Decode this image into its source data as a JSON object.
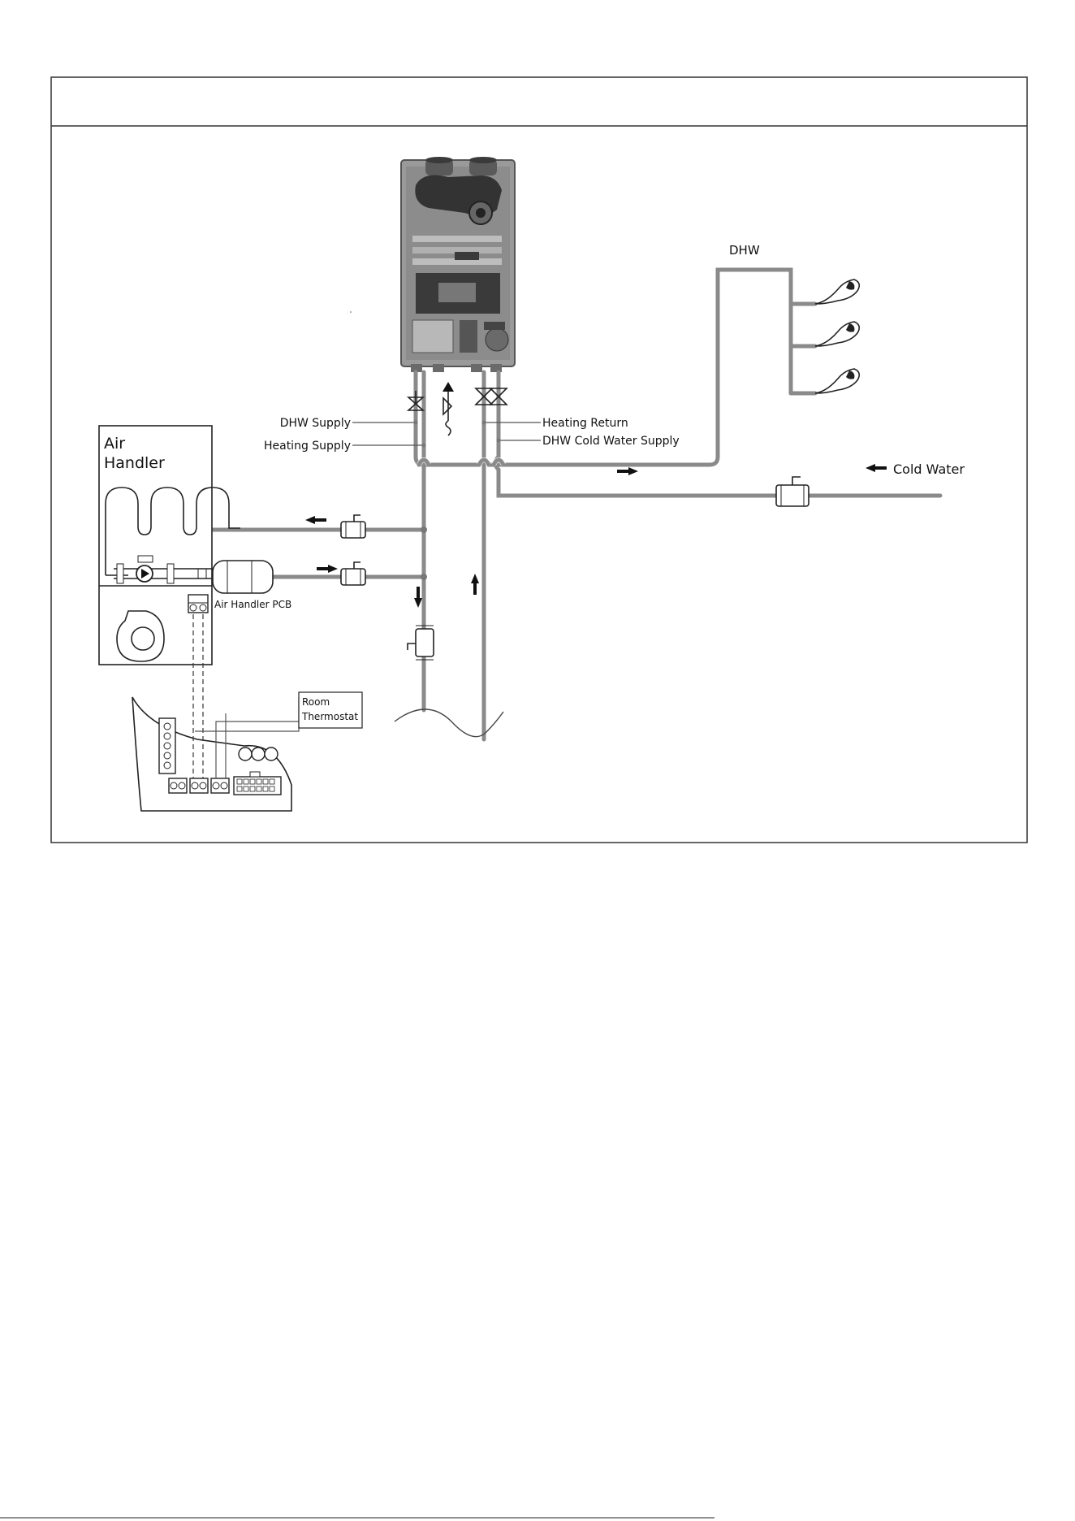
{
  "labels": {
    "air_handler_line1": "Air",
    "air_handler_line2": "Handler",
    "dhw": "DHW",
    "dhw_supply": "DHW Supply",
    "heating_supply": "Heating Supply",
    "heating_return": "Heating Return",
    "dhw_cold_water_supply": "DHW Cold Water  Supply",
    "cold_water": "Cold Water",
    "air_handler_pcb": "Air Handler PCB",
    "room_thermostat_line1": "Room",
    "room_thermostat_line2": "Thermostat"
  },
  "colors": {
    "pipe": "#8a8a8a",
    "frame": "#333333",
    "boiler_body": "#9a9a9a",
    "boiler_dark": "#3a3a3a"
  },
  "icons": {
    "boiler": "boiler-unit-icon",
    "shower": "shower-head-icon",
    "valve": "ball-valve-icon",
    "relief_valve": "pressure-relief-valve-icon",
    "check_valve": "check-valve-icon",
    "pump": "circulator-pump-icon",
    "fan": "blower-fan-icon",
    "terminal": "terminal-block-icon"
  }
}
